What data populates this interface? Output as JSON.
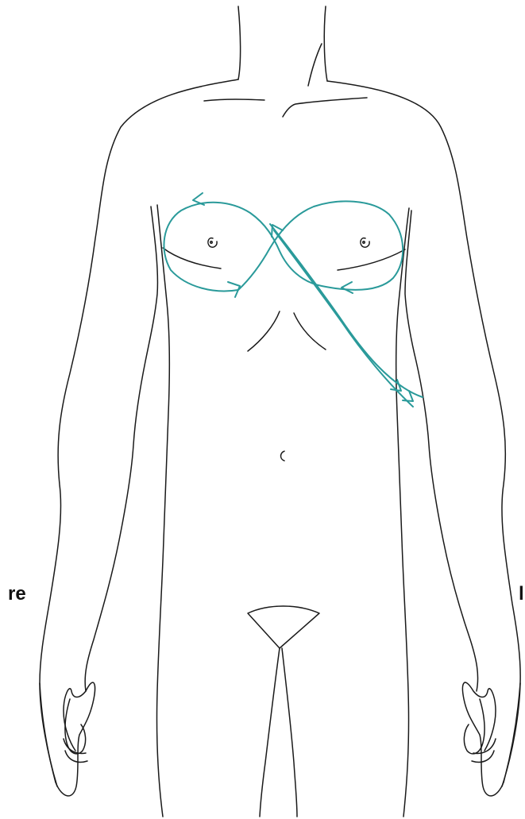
{
  "labels": {
    "right_side": "re",
    "left_side": "l"
  },
  "colors": {
    "outline": "#1a1a1a",
    "flow_path": "#2a9a9a",
    "background": "#ffffff"
  },
  "illustration": {
    "icon": "front-body-outline",
    "flow_icon": "figure-eight-arrow-path"
  }
}
